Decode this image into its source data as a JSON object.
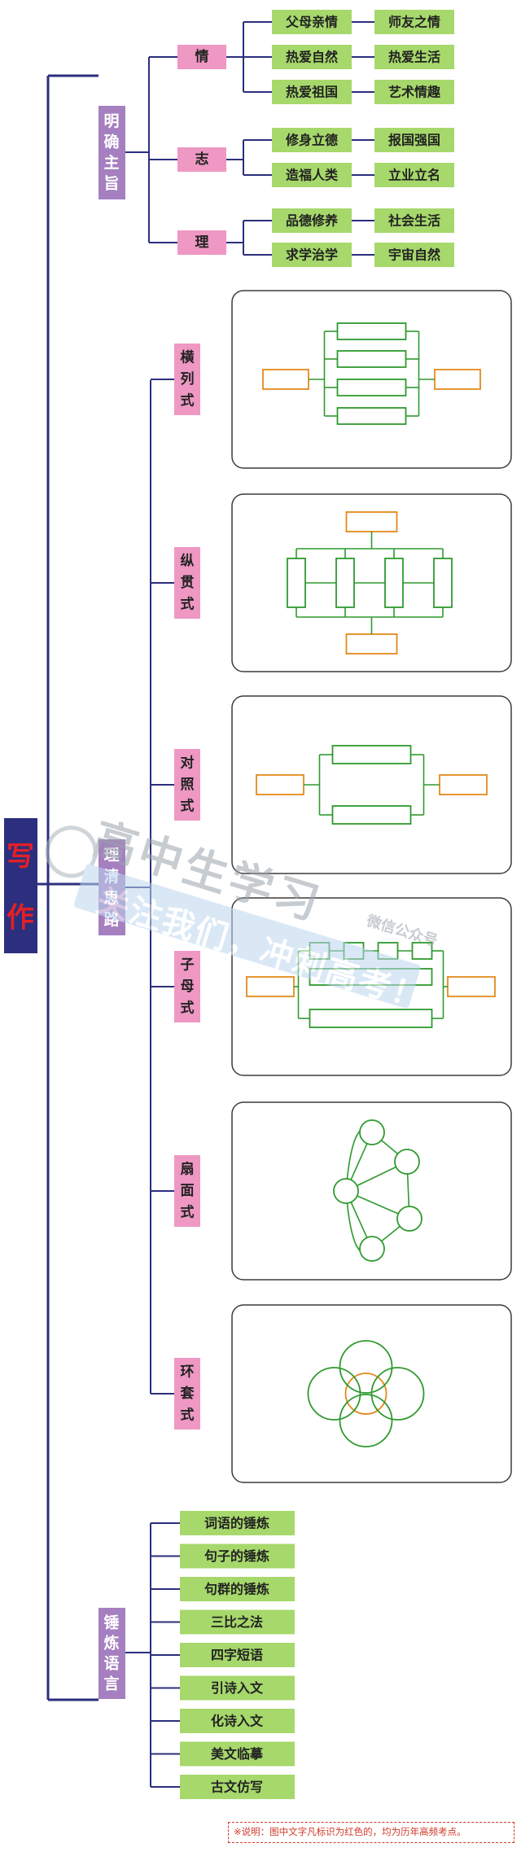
{
  "root": {
    "title": "写作"
  },
  "colors": {
    "root_bg": "#2b2f7d",
    "root_text": "#e41f26",
    "branch_bg": "#a57fc0",
    "pink_bg": "#ee98c3",
    "leaf_bg": "#a6d86b",
    "line": "#2b2f7d",
    "panel_border": "#3c3c3c",
    "green_stroke": "#2f9a2f",
    "orange_stroke": "#e38a1b"
  },
  "branches": [
    {
      "title": "明确主旨",
      "subs": [
        {
          "label": "情",
          "pairs": [
            [
              "父母亲情",
              "师友之情"
            ],
            [
              "热爱自然",
              "热爱生活"
            ],
            [
              "热爱祖国",
              "艺术情趣"
            ]
          ]
        },
        {
          "label": "志",
          "pairs": [
            [
              "修身立德",
              "报国强国"
            ],
            [
              "造福人类",
              "立业立名"
            ]
          ]
        },
        {
          "label": "理",
          "pairs": [
            [
              "品德修养",
              "社会生活"
            ],
            [
              "求学治学",
              "宇宙自然"
            ]
          ]
        }
      ]
    },
    {
      "title": "理清思路",
      "subs": [
        {
          "label": "横列式",
          "diagram": "parallel-list"
        },
        {
          "label": "纵贯式",
          "diagram": "sequential-chain"
        },
        {
          "label": "对照式",
          "diagram": "contrast"
        },
        {
          "label": "子母式",
          "diagram": "parent-child"
        },
        {
          "label": "扇面式",
          "diagram": "fan"
        },
        {
          "label": "环套式",
          "diagram": "rings"
        }
      ]
    },
    {
      "title": "锤炼语言",
      "items": [
        "词语的锤炼",
        "句子的锤炼",
        "句群的锤炼",
        "三比之法",
        "四字短语",
        "引诗入文",
        "化诗入文",
        "美文临摹",
        "古文仿写"
      ]
    }
  ],
  "watermark": {
    "line1": "高中生学习",
    "small": "微信公众号",
    "band": "关注我们，冲刺高考！"
  },
  "footnote": "※说明：图中文字凡标识为红色的，均为历年高频考点。"
}
